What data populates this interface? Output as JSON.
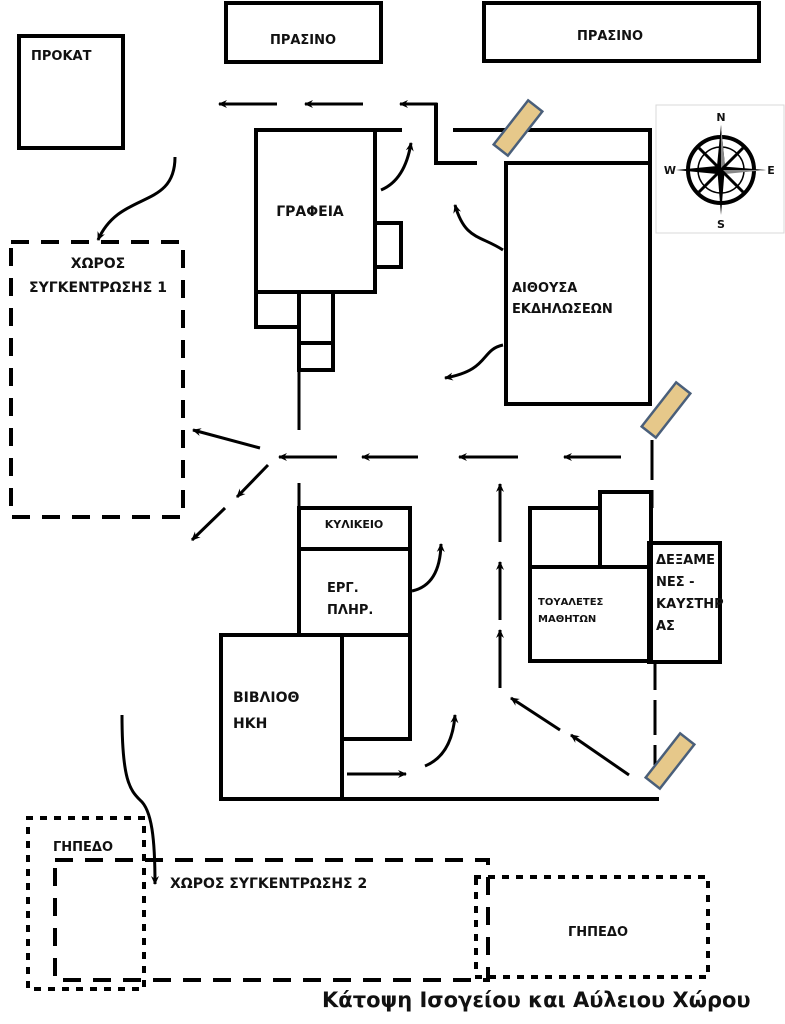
{
  "title": "Κάτοψη Ισογείου και Αύλειου Χώρου",
  "colors": {
    "walls": "#000000",
    "exit_door_fill": "#e6c88a",
    "exit_door_border": "#4a5f7a",
    "background": "#ffffff"
  },
  "rooms": {
    "rental": "ΠΡΟΚΑΤ",
    "green_1": "ΠΡΑΣΙΝΟ",
    "green_2": "ΠΡΑΣΙΝΟ",
    "offices": "ΓΡΑΦΕΙΑ",
    "event_hall_line1": "ΑΙΘΟΥΣΑ",
    "event_hall_line2": "ΕΚΔΗΛΩΣΕΩΝ",
    "canteen": "ΚΥΛΙΚΕΙΟ",
    "computer_lab_line1": "ΕΡΓ.",
    "computer_lab_line2": "ΠΛΗΡ.",
    "library_line1": "ΒΙΒΛΙΟΘ",
    "library_line2": "ΗΚΗ",
    "toilets_line1": "ΤΟΥΑΛΕΤΕΣ",
    "toilets_line2": "ΜΑΘΗΤΩΝ",
    "tanks_line1": "ΔΕΞΑΜΕ",
    "tanks_line2": "ΝΕΣ -",
    "tanks_line3": "ΚΑΥΣΤΗΡ",
    "tanks_line4": "ΑΣ"
  },
  "zones": {
    "assembly_1_line1": "ΧΩΡΟΣ",
    "assembly_1_line2": "ΣΥΓΚΕΝΤΡΩΣΗΣ 1",
    "assembly_2": "ΧΩΡΟΣ ΣΥΓΚΕΝΤΡΩΣΗΣ 2",
    "court_1": "ΓΗΠΕΔΟ",
    "court_2": "ΓΗΠΕΔΟ"
  },
  "compass": {
    "north": "N",
    "south": "S",
    "east": "E",
    "west": "W"
  }
}
